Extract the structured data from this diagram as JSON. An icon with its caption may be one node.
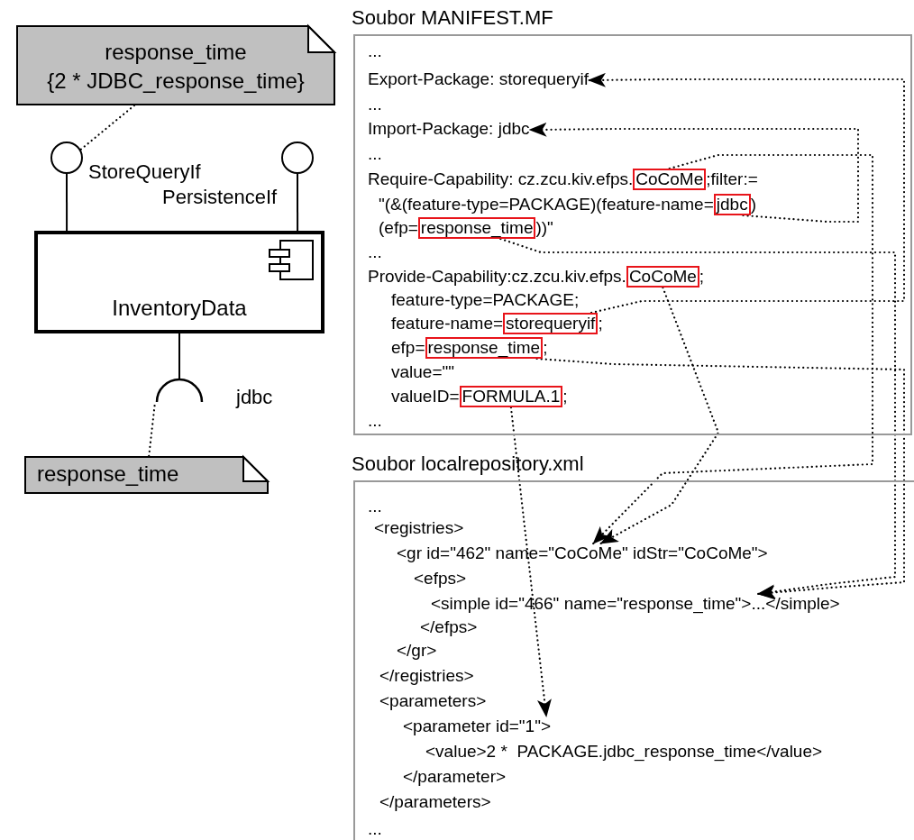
{
  "diagram": {
    "nodes": [
      {
        "text": [
          "response_time",
          "{2 * JDBC_response_time}"
        ]
      },
      {
        "text": [],
        "shape": "circle",
        "beside": [
          "StoreQueryIf"
        ]
      },
      {
        "text": [],
        "shape": "circle",
        "beside": [
          "PersistenceIf"
        ]
      },
      {
        "text": [
          "InventoryData"
        ]
      },
      {
        "text": [],
        "shape": "arc",
        "beside": [
          "jdbc"
        ]
      },
      {
        "text": [
          "response_time"
        ]
      },
      {
        "text": [
          "Soubor MANIFEST.MF"
        ]
      },
      {
        "text": [
          "Export-Package: storequeryif"
        ],
        "in": 6
      },
      {
        "text": [
          "Import-Package: jdbc"
        ],
        "in": 6
      },
      {
        "text": [
          "Require-Capability: cz.zcu.kiv.efps.",
          ";filter:="
        ],
        "in": 6
      },
      {
        "text": [
          "CoCoMe"
        ],
        "in": 9
      },
      {
        "text": [
          "\"(&(feature-type=PACKAGE)(feature-name=",
          ")"
        ],
        "in": 6
      },
      {
        "text": [
          "jdbc"
        ],
        "in": 11
      },
      {
        "text": [
          "(efp=",
          "))\""
        ],
        "in": 6
      },
      {
        "text": [
          "response_time"
        ],
        "in": 13
      },
      {
        "text": [
          "Provide-Capability:cz.zcu.kiv.efps.",
          ";"
        ],
        "in": 6
      },
      {
        "text": [
          "CoCoMe"
        ],
        "in": 15
      },
      {
        "text": [
          "feature-name=",
          ";"
        ],
        "in": 6
      },
      {
        "text": [
          "storequeryif"
        ],
        "in": 17
      },
      {
        "text": [
          "efp=",
          ";"
        ],
        "in": 6
      },
      {
        "text": [
          "response_time"
        ],
        "in": 19
      },
      {
        "text": [
          "valueID=",
          ";"
        ],
        "in": 6
      },
      {
        "text": [
          "FORMULA.1"
        ],
        "in": 21
      },
      {
        "text": [
          "Soubor localrepository.xml"
        ]
      },
      {
        "text": [
          "<gr id=\"462\" name=\"CoCoMe\" idStr=\"CoCoMe\">"
        ],
        "in": 23
      },
      {
        "text": [
          "<simple id=\"466\" name=\"response_time\">...</simple>"
        ],
        "in": 23
      },
      {
        "text": [
          "<parameter id=\"1\">"
        ],
        "in": 23
      }
    ],
    "edges": [
      {
        "from": 0,
        "to": 1,
        "arrow": "none",
        "style": "dashed"
      },
      {
        "from": 1,
        "to": 3,
        "arrow": "none"
      },
      {
        "from": 2,
        "to": 3,
        "arrow": "none"
      },
      {
        "from": 3,
        "to": 4,
        "arrow": "none"
      },
      {
        "from": 5,
        "to": 4,
        "arrow": "none",
        "style": "dashed"
      },
      {
        "from": 18,
        "to": 7,
        "arrow": "to",
        "style": "dashed"
      },
      {
        "from": 12,
        "to": 8,
        "arrow": "to",
        "style": "dashed"
      },
      {
        "from": 10,
        "to": 24,
        "arrow": "to",
        "style": "dashed"
      },
      {
        "from": 16,
        "to": 24,
        "arrow": "to",
        "style": "dashed"
      },
      {
        "from": 14,
        "to": 25,
        "arrow": "to",
        "style": "dashed"
      },
      {
        "from": 20,
        "to": 25,
        "arrow": "to",
        "style": "dashed"
      },
      {
        "from": 22,
        "to": 26,
        "arrow": "to",
        "style": "dashed"
      }
    ],
    "labels": [
      "...",
      "...",
      "...",
      "...",
      "feature-type=PACKAGE;",
      "value=\"\"",
      "...",
      "...",
      "<registries>",
      "<efps>",
      "</efps>",
      "</gr>",
      "</registries>",
      "<parameters>",
      "<value>2 *  PACKAGE.jdbc_response_time</value>",
      "</parameter>",
      "</parameters>",
      "..."
    ]
  }
}
